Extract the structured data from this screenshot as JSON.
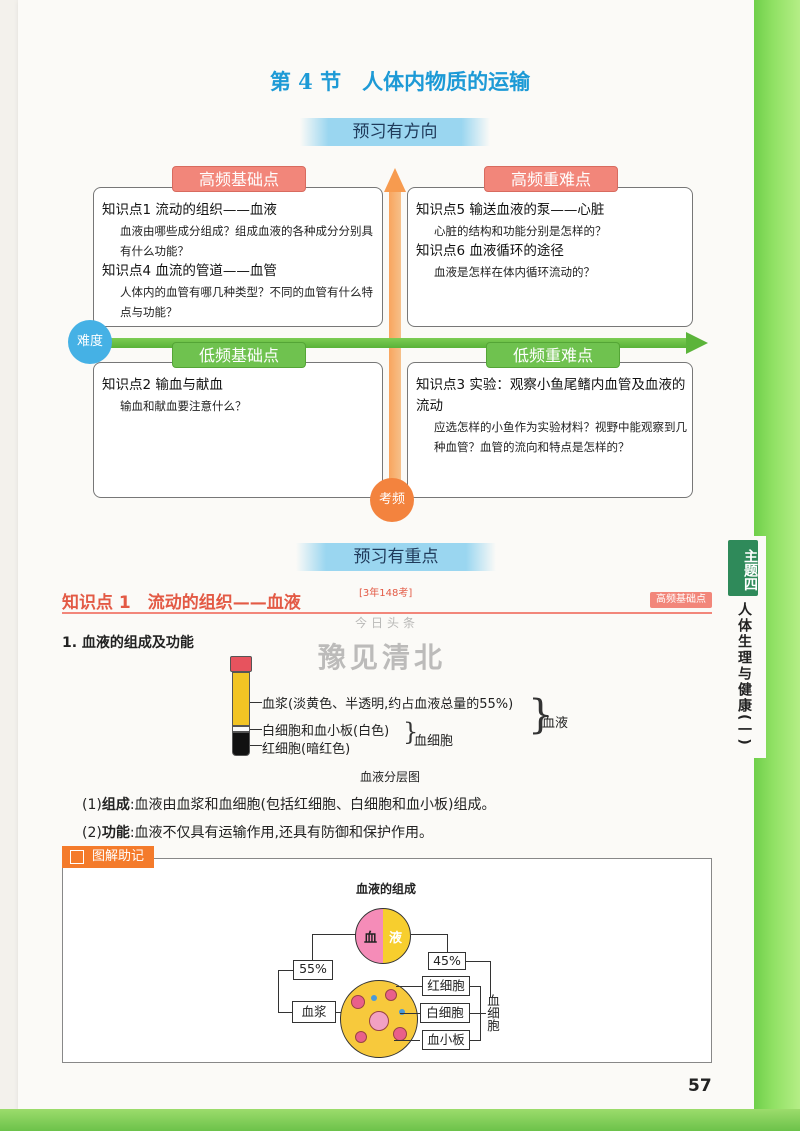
{
  "chapter_title": "第 4 节　人体内物质的运输",
  "banner1": "预习有方向",
  "banner2": "预习有重点",
  "quadrants": {
    "top_left": {
      "label": "高频基础点",
      "items": [
        {
          "point": "知识点1 流动的组织——血液",
          "question": "血液由哪些成分组成？组成血液的各种成分分别具有什么功能？"
        },
        {
          "point": "知识点4 血流的管道——血管",
          "question": "人体内的血管有哪几种类型？不同的血管有什么特点与功能？"
        }
      ]
    },
    "top_right": {
      "label": "高频重难点",
      "items": [
        {
          "point": "知识点5 输送血液的泵——心脏",
          "question": "心脏的结构和功能分别是怎样的？"
        },
        {
          "point": "知识点6 血液循环的途径",
          "question": "血液是怎样在体内循环流动的？"
        }
      ]
    },
    "bottom_left": {
      "label": "低频基础点",
      "items": [
        {
          "point": "知识点2 输血与献血",
          "question": "输血和献血要注意什么？"
        }
      ]
    },
    "bottom_right": {
      "label": "低频重难点",
      "items": [
        {
          "point": "知识点3 实验：观察小鱼尾鳍内血管及血液的流动",
          "question": "应选怎样的小鱼作为实验材料？视野中能观察到几种血管？血管的流向和特点是怎样的？"
        }
      ]
    },
    "axis_x": "难度",
    "axis_y": "考频"
  },
  "kp_header": {
    "title": "知识点 1　流动的组织——血液",
    "badge": "[3年148考]",
    "tag": "高频基础点"
  },
  "section1_title": "1. 血液的组成及功能",
  "watermark": {
    "line1": "今日头条",
    "line2": "豫见清北"
  },
  "tube_labels": {
    "plasma": "血浆(淡黄色、半透明,约占血液总量的55%)",
    "wbc": "白细胞和血小板(白色)",
    "rbc": "红细胞(暗红色)",
    "cells": "血细胞",
    "blood": "血液",
    "caption": "血液分层图"
  },
  "para1": {
    "prefix": "(1)",
    "term": "组成",
    "text": ":血液由血浆和血细胞(包括红细胞、白细胞和血小板)组成。"
  },
  "para2": {
    "prefix": "(2)",
    "term": "功能",
    "text": ":血液不仅具有运输作用,还具有防御和保护作用。"
  },
  "diagram": {
    "tag": "图解助记",
    "title": "血液的组成",
    "pie_left": "血",
    "pie_right": "液",
    "pct_left": "55%",
    "pct_right": "45%",
    "plasma": "血浆",
    "rbc": "红细胞",
    "wbc": "白细胞",
    "platelet": "血小板",
    "cells": "血细胞"
  },
  "side_tab": {
    "topic": "主题四",
    "theme": "人体生理与健康(一)"
  },
  "page_number": "57",
  "colors": {
    "accent_blue": "#1d9ad6",
    "red_label": "#f2867a",
    "green_label": "#6fc24f",
    "orange": "#f3833e"
  }
}
